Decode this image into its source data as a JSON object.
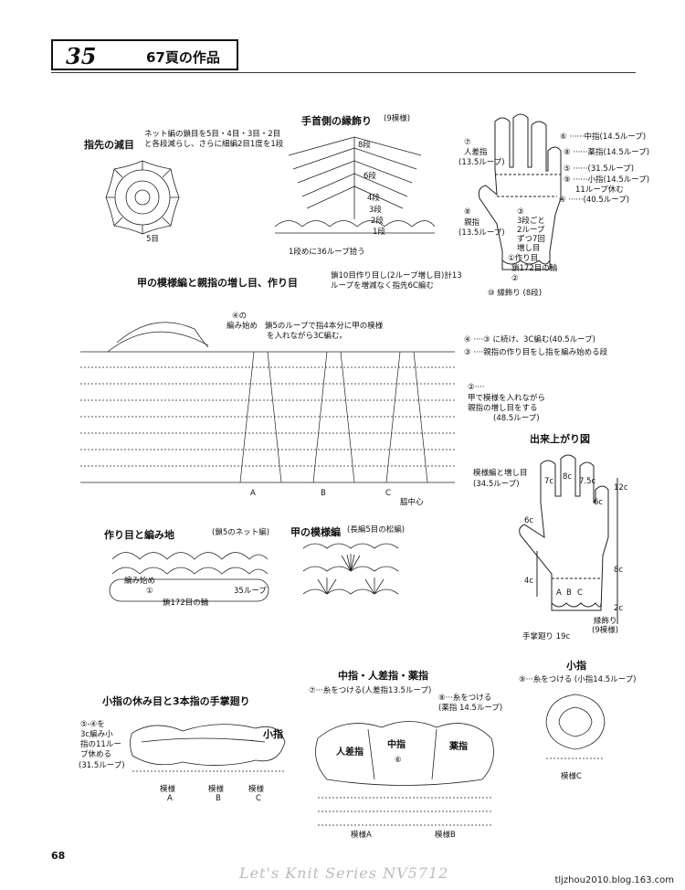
{
  "header": {
    "number": "35",
    "title": "67頁の作品"
  },
  "fingertip": {
    "title": "指先の減目",
    "note1": "ネット編の鎖目を5目・4目・3目・2目",
    "note2": "と各段減らし、さらに細編2目1度を1段",
    "round_label": "5目"
  },
  "cuff": {
    "title": "手首側の縁飾り",
    "subtitle": "(9模様)",
    "rows": [
      "8段",
      "6段",
      "4段",
      "3段",
      "2段",
      "1段"
    ],
    "bottom": "1段めに36ループ拾う"
  },
  "glove_top": {
    "labels_left": [
      "⑦",
      "人差指",
      "(13.5ループ)",
      "⑧",
      "親指",
      "(13.5ループ)"
    ],
    "labels_right": [
      "⑥ ······中指(14.5ループ)",
      "⑧ ······薬指(14.5ループ)",
      "⑤ ······(31.5ループ)",
      "⑨ ······小指(14.5ループ)",
      "11ループ休む",
      "④ ······(40.5ループ)"
    ],
    "mid": [
      "③",
      "3段ごと",
      "2ループ",
      "ずつ7回",
      "増し目"
    ],
    "bottom": [
      "①作り目",
      "鎖172目の輪",
      "②",
      "⑩ 縁飾り (8段)"
    ]
  },
  "main": {
    "title": "甲の模様編と親指の増し目、作り目",
    "note1": "鎖10目作り目し(2ループ増し目)計13",
    "note2": "ループを増減なく指先6C編む",
    "start1": "④の",
    "start2": "編み始め",
    "start3": "鎖5のループで指4本分に甲の模様",
    "start4": "を入れながら3C編む。",
    "right": [
      "④ ····③ に続け、3C編む(40.5ループ)",
      "③ ····親指の作り目をし指を編み始める段",
      "②····",
      "甲で模様を入れながら",
      "親指の増し目をする",
      "(48.5ループ)"
    ],
    "bottom_right1": "模様編と増し目",
    "bottom_right2": "(34.5ループ)",
    "center": "脇中心",
    "markers": [
      "A",
      "B",
      "C"
    ]
  },
  "finished": {
    "title": "出来上がり図",
    "dims": [
      "12c",
      "8c",
      "4c",
      "2c",
      "7c",
      "8c",
      "7.5c",
      "6c",
      "6c"
    ],
    "palm": "手掌廻り 19c",
    "trim1": "縁飾り",
    "trim2": "(9模様)",
    "markers": [
      "A",
      "B",
      "C"
    ]
  },
  "base": {
    "title": "作り目と編み地",
    "subtitle": "(鎖5のネット編)",
    "start": "編み始め",
    "loops": "35ループ",
    "num": "①",
    "bottom": "鎖172目の輪"
  },
  "pattern": {
    "title": "甲の模様編",
    "subtitle": "(長編5目の松編)"
  },
  "pinky_rest": {
    "title": "小指の休み目と3本指の手掌廻り",
    "note": [
      "⑤-④を",
      "3c編み小",
      "指の11ルー",
      "プ休める",
      "(31.5ループ)"
    ],
    "label": "小指",
    "markers": [
      "模様",
      "A",
      "模様",
      "B",
      "模様",
      "C"
    ]
  },
  "three_fingers": {
    "title": "中指・人差指・薬指",
    "note1": "⑦···糸をつける(人差指13.5ループ)",
    "note2a": "⑧···糸をつける",
    "note2b": "(薬指 14.5ループ)",
    "labels": [
      "人差指",
      "中指",
      "薬指",
      "⑥"
    ],
    "markers": [
      "模様A",
      "模様B"
    ]
  },
  "pinky": {
    "title": "小指",
    "note": "⑨···糸をつける (小指14.5ループ)",
    "marker": "模様C"
  },
  "footer": {
    "text": "Let's Knit Series NV5712",
    "page": "68",
    "site": "tljzhou2010.blog.163.com"
  }
}
